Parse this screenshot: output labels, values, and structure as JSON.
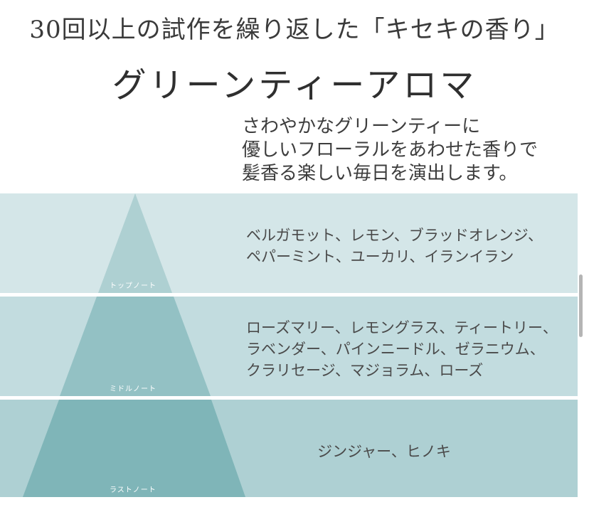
{
  "headline": "30回以上の試作を繰り返した「キセキの香り」",
  "title": "グリーンティーアロマ",
  "description": [
    "さわやかなグリーンティーに",
    "優しいフローラルをあわせた香りで",
    "髪香る楽しい毎日を演出します。"
  ],
  "pyramid": {
    "top": {
      "label": "トップノート",
      "notes": [
        "ベルガモット、レモン、ブラッドオレンジ、",
        "ペパーミント、ユーカリ、イランイラン"
      ]
    },
    "middle": {
      "label": "ミドルノート",
      "notes": [
        "ローズマリー、レモングラス、ティートリー、",
        "ラベンダー、パインニードル、ゼラニウム、",
        "クラリセージ、マジョラム、ローズ"
      ]
    },
    "last": {
      "label": "ラストノート",
      "notes": [
        "ジンジャー、ヒノキ"
      ]
    }
  },
  "colors": {
    "band_top": "#d4e6e8",
    "band_middle": "#c2dcdf",
    "band_last": "#aed0d3",
    "tri_top": "#aed0d2",
    "tri_middle": "#93c1c4",
    "tri_last": "#7fb5b8"
  }
}
